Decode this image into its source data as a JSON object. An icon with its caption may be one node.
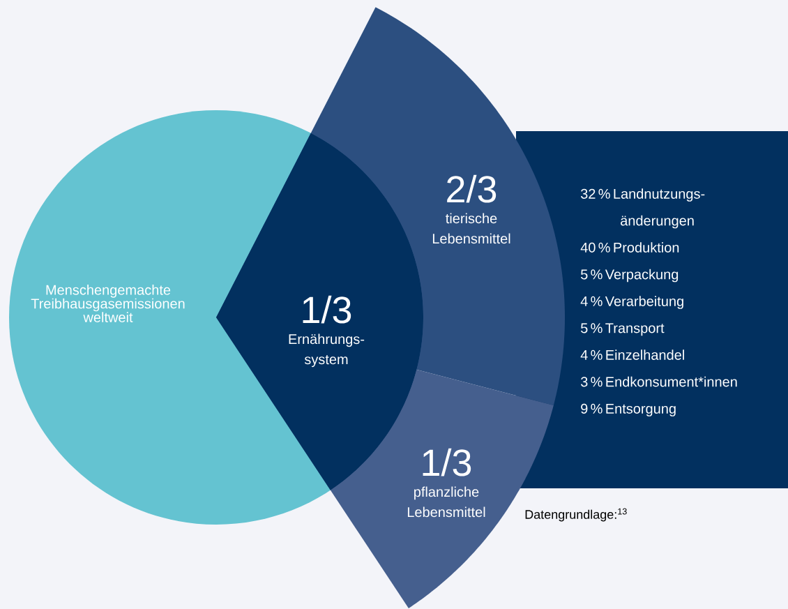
{
  "diagram": {
    "nodes": [
      {
        "text": [
          "Menschengemachte Treibhausgasemissionen weltweit"
        ]
      },
      {
        "text": [
          "1/3",
          "Ernährungs- system"
        ],
        "in": 0
      },
      {
        "text": [
          "2/3",
          "tierische Lebensmittel"
        ]
      },
      {
        "text": [
          "1/3",
          "pflanzliche Lebensmittel"
        ]
      },
      {
        "text": [
          "32 % Landnutzungs- änderungen",
          "40 % Produktion",
          "5 % Verpackung",
          "4 % Verarbeitung",
          "5 % Transport",
          "4 % Einzelhandel",
          "3 % Endkonsument*innen",
          "9 % Entsorgung"
        ]
      }
    ],
    "labels": [
      "Datengrundlage:$^{13}$"
    ]
  }
}
